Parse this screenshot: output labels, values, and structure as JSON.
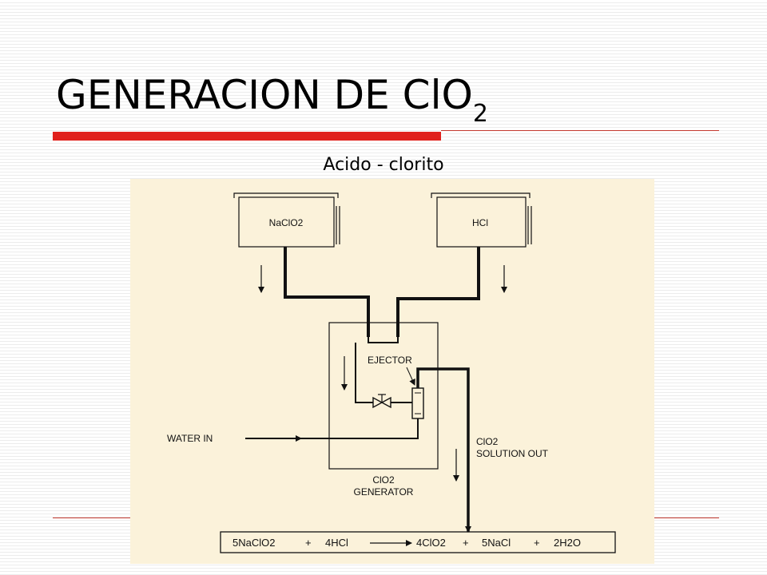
{
  "slide": {
    "title_main": "GENERACION DE ClO",
    "title_sub": "2",
    "subtitle": "Acido - clorito"
  },
  "diagram": {
    "tank_left_label": "NaClO2",
    "tank_right_label": "HCl",
    "ejector_label": "EJECTOR",
    "water_in_label": "WATER IN",
    "solution_out_line1": "ClO2",
    "solution_out_line2": "SOLUTION OUT",
    "generator_line1": "ClO2",
    "generator_line2": "GENERATOR",
    "equation": {
      "reactant1": "5NaClO2",
      "plus1": "+",
      "reactant2": "4HCl",
      "product1": "4ClO2",
      "plus2": "+",
      "product2": "5NaCl",
      "plus3": "+",
      "product3": "2H2O"
    }
  },
  "colors": {
    "accent_red": "#e0201c",
    "diagram_background": "#fbf2da",
    "line": "#111111"
  }
}
